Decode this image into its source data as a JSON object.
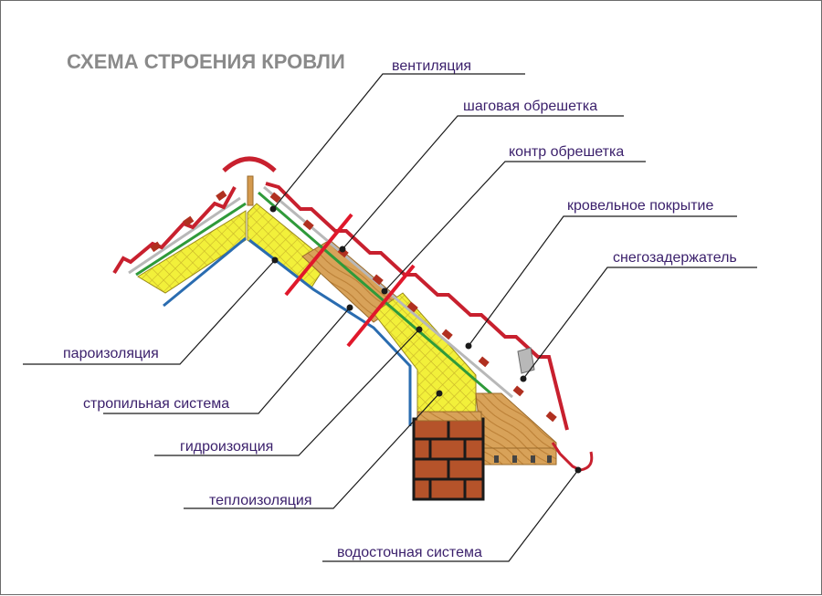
{
  "title": "СХЕМА СТРОЕНИЯ КРОВЛИ",
  "labels": {
    "ventilation": "вентиляция",
    "step_batten": "шаговая обрешетка",
    "counter_batten": "контр обрешетка",
    "roof_covering": "кровельное покрытие",
    "snow_guard": "снегозадержатель",
    "vapor_barrier": "пароизоляция",
    "rafter_system": "стропильная система",
    "waterproofing": "гидроизояция",
    "insulation": "теплоизоляция",
    "gutter_system": "водосточная система"
  },
  "colors": {
    "label_text": "#3a1f6b",
    "title": "#8a8a8a",
    "leader_line": "#1a1a1a",
    "roof_tile": "#c8202e",
    "insulation": "#f2f03a",
    "insulation_mesh": "#c9b52a",
    "wood": "#d49a4e",
    "green_membrane": "#2f9a3a",
    "blue_membrane": "#2a6cb0",
    "brick": "#b5532a",
    "cut_mark": "#e0182b",
    "metal": "#b8b8b8"
  }
}
